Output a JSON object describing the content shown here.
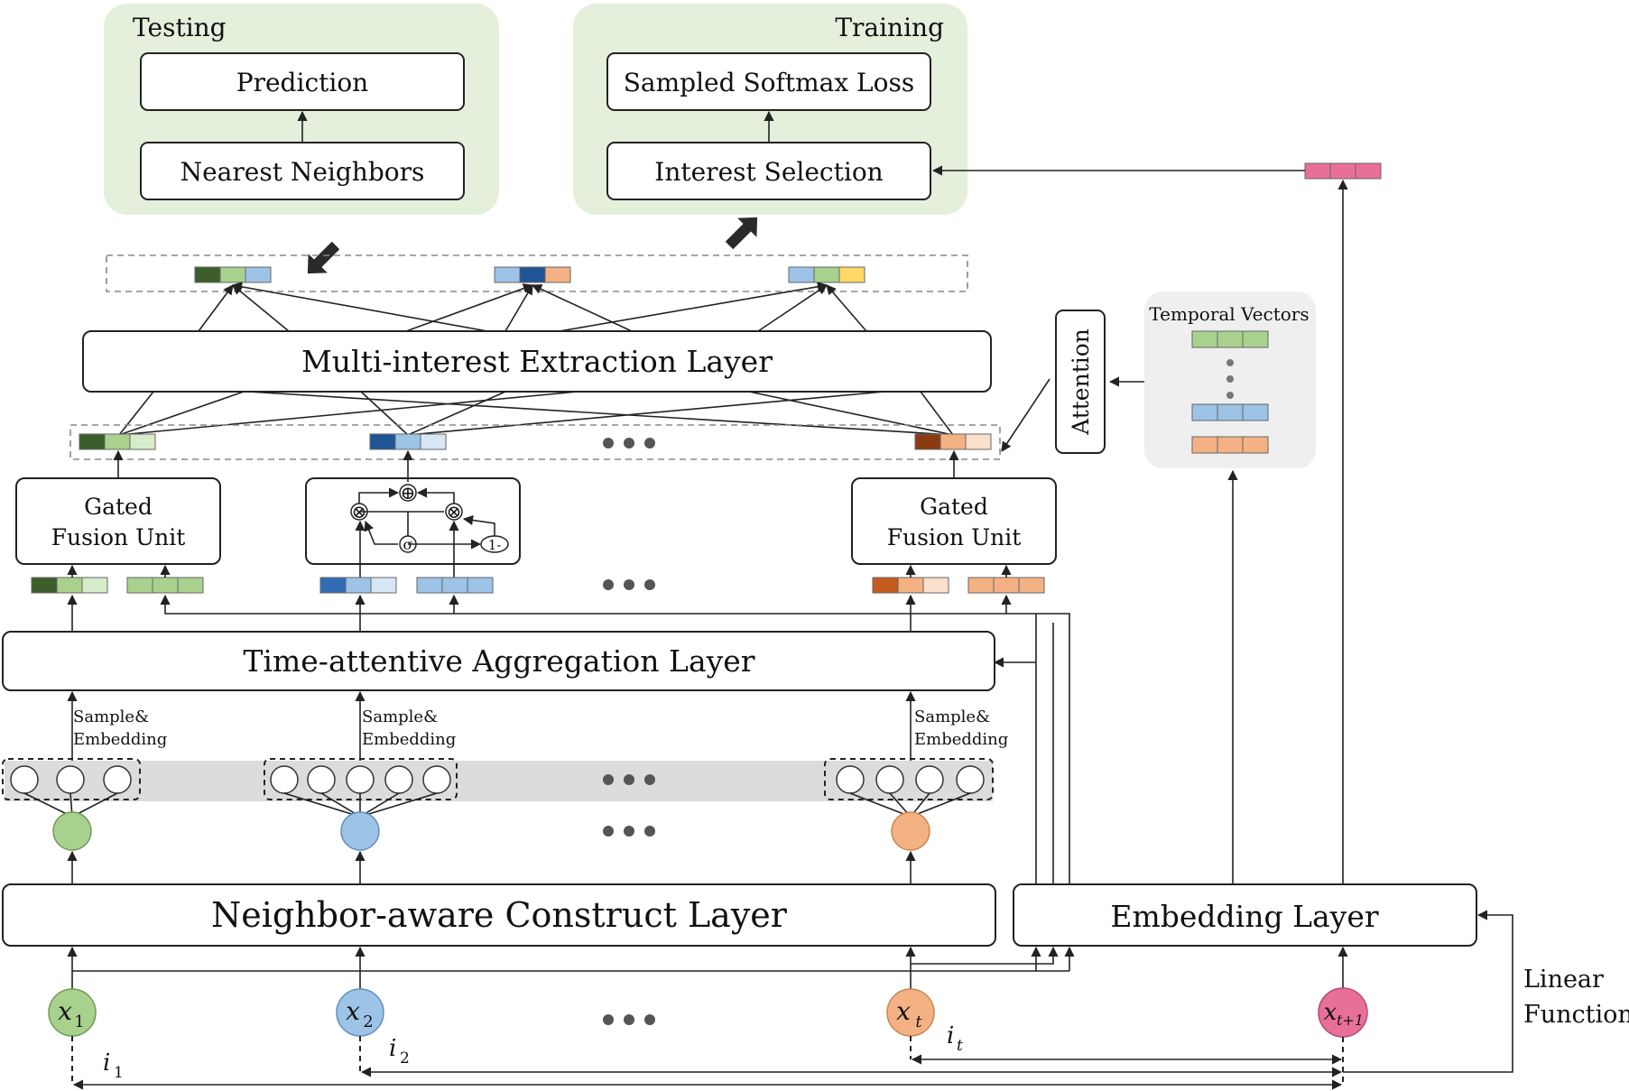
{
  "panels": {
    "testing": {
      "title": "Testing",
      "top": "Prediction",
      "bottom": "Nearest Neighbors"
    },
    "training": {
      "title": "Training",
      "top": "Sampled Softmax Loss",
      "bottom": "Interest Selection"
    }
  },
  "layers": {
    "multi_interest": "Multi-interest Extraction Layer",
    "time_attentive": "Time-attentive Aggregation Layer",
    "neighbor_aware": "Neighbor-aware Construct Layer",
    "embedding": "Embedding Layer"
  },
  "gated_fusion": {
    "line1": "Gated",
    "line2": "Fusion Unit"
  },
  "gate_symbols": {
    "plus": "⊕",
    "times": "⊗",
    "sigma": "σ",
    "one_minus": "1-"
  },
  "attention": "Attention",
  "temporal_vectors": "Temporal Vectors",
  "sample_embedding": {
    "line1": "Sample&",
    "line2": "Embedding"
  },
  "inputs": {
    "x1": {
      "base": "x",
      "sub": "1"
    },
    "x2": {
      "base": "x",
      "sub": "2"
    },
    "xt": {
      "base": "x",
      "sub": "t"
    },
    "xt1": {
      "base": "x",
      "sub": "t+1"
    }
  },
  "intervals": {
    "i1": {
      "base": "i",
      "sub": "1"
    },
    "i2": {
      "base": "i",
      "sub": "2"
    },
    "it": {
      "base": "i",
      "sub": "t"
    }
  },
  "linear_function": {
    "line1": "Linear",
    "line2": "Function"
  },
  "colors": {
    "panel_bg": "#e4efdc",
    "green_dark": "#3b5e2b",
    "green": "#a9d18e",
    "green_light": "#d7ecc9",
    "blue_dark": "#1f5496",
    "blue": "#9dc3e6",
    "blue_light": "#d6e6f5",
    "orange_dark": "#8b3a12",
    "orange": "#f4b183",
    "orange_light": "#fbe0cc",
    "yellow": "#ffd966",
    "pink": "#e96f9b",
    "node_green": "#a9d18e",
    "node_blue": "#9dc3e6",
    "node_orange": "#f4b183",
    "node_pink": "#e96f9b",
    "gray_band": "#dcdcdc"
  }
}
